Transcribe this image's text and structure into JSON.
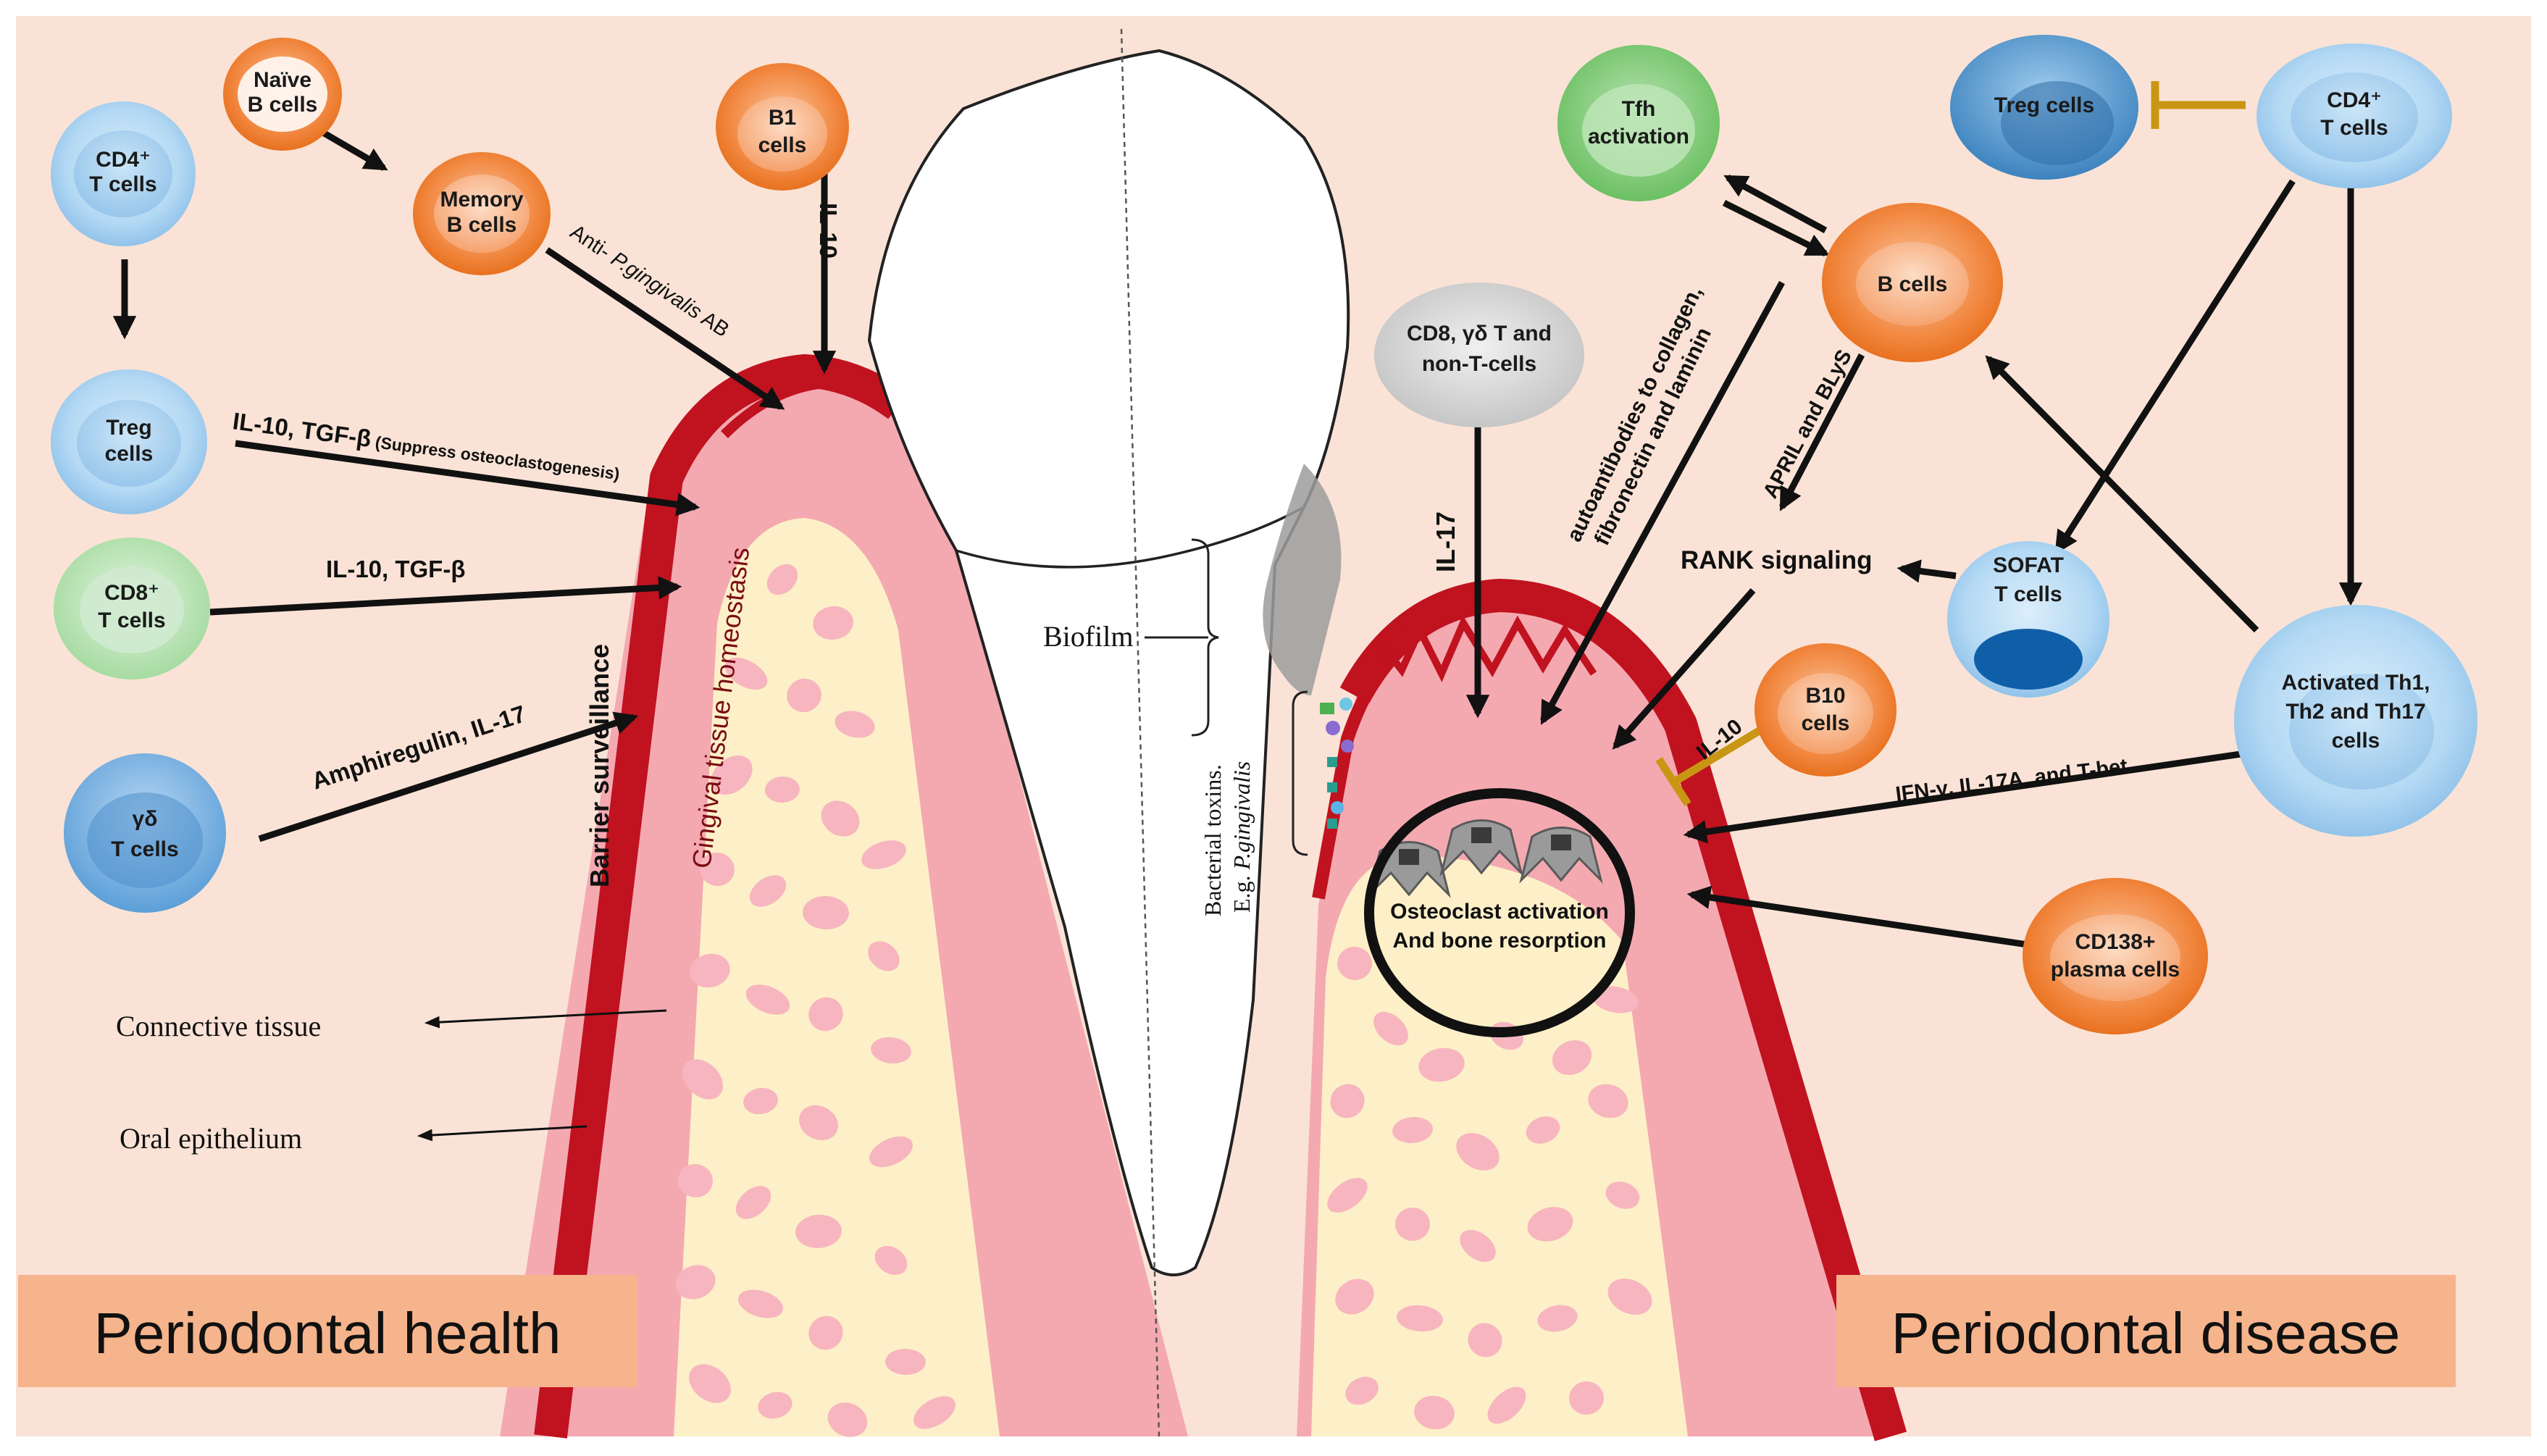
{
  "panels": {
    "health": "Periodontal health",
    "disease": "Periodontal disease"
  },
  "cells": {
    "cd4_left": [
      "CD4⁺",
      "T cells"
    ],
    "naive_b": [
      "Naïve",
      "B cells"
    ],
    "memory_b": [
      "Memory",
      "B cells"
    ],
    "b1": [
      "B1",
      "cells"
    ],
    "treg_left": [
      "Treg",
      "cells"
    ],
    "cd8_left": [
      "CD8⁺",
      "T cells"
    ],
    "gd_t": [
      "γδ",
      "T cells"
    ],
    "cd8_gd_non_t": [
      "CD8, γδ T and",
      "non-T-cells"
    ],
    "tfh": [
      "Tfh",
      "activation"
    ],
    "treg_right": [
      "Treg cells"
    ],
    "cd4_right": [
      "CD4⁺",
      "T cells"
    ],
    "b_cells": [
      "B cells"
    ],
    "sofat": [
      "SOFAT",
      "T cells"
    ],
    "b10": [
      "B10",
      "cells"
    ],
    "th": [
      "Activated Th1,",
      "Th2 and Th17",
      "cells"
    ],
    "cd138": [
      "CD138+",
      "plasma cells"
    ]
  },
  "labels": {
    "anti_pg_prefix": "Anti- ",
    "anti_pg_italic": "P.gingivalis",
    "anti_pg_suffix": " AB",
    "il10_b1": "IL-10",
    "il10_tgf_main": "IL-10, TGF-β",
    "il10_tgf_note": " (Suppress osteoclastogenesis)",
    "il10_tgf_cd8": "IL-10, TGF-β",
    "amphiregulin": "Amphiregulin, IL-17",
    "barrier": "Barrier surveillance",
    "gingival": "Gingival tissue homeostasis",
    "connective": "Connective tissue",
    "oral_epi": "Oral epithelium",
    "biofilm": "Biofilm",
    "toxins_1": "Bacterial toxins.",
    "toxins_2_prefix": "E.g. ",
    "toxins_2_italic": "P.gingivalis",
    "il17": "IL-17",
    "autoab_1": "autoantibodies to collagen,",
    "autoab_2": "fibronectin and laminin",
    "april": "APRIL and BLyS",
    "rank": "RANK signaling",
    "il10_b10": "IL-10",
    "ifn": "IFN-γ, IL-17A, and T-bet",
    "osteo_1": "Osteoclast activation",
    "osteo_2": "And bone resorption"
  },
  "colors": {
    "background": "#fae3d6",
    "gum_red": "#c1121f",
    "gum_pink": "#f4a9b1",
    "bone": "#fdf0c8",
    "bone_dot": "#f7b6bf",
    "blue_cell": "#a9d3f2",
    "orange_cell": "#f07a2e",
    "green_cell": "#b8e2b4",
    "gray_cell": "#d6d6d6",
    "inhibit": "#c99614",
    "label_box": "#f6b48c"
  }
}
